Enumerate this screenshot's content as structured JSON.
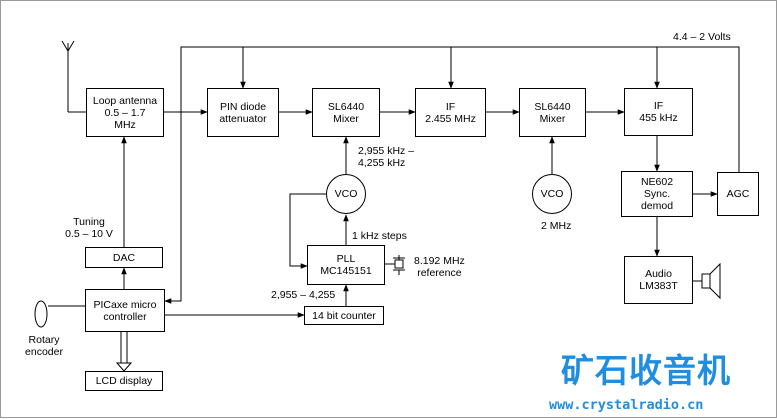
{
  "blocks": {
    "loop_antenna": [
      "Loop antenna",
      "0.5 – 1.7",
      "MHz"
    ],
    "pin_attenuator": [
      "PIN diode",
      "attenuator"
    ],
    "mixer1": [
      "SL6440",
      "Mixer"
    ],
    "if1": [
      "IF",
      "2.455 MHz"
    ],
    "mixer2": [
      "SL6440",
      "Mixer"
    ],
    "if2": [
      "IF",
      "455 kHz"
    ],
    "demod": [
      "NE602",
      "Sync.",
      "demod"
    ],
    "agc": [
      "AGC"
    ],
    "audio": [
      "Audio",
      "LM383T"
    ],
    "pll": [
      "PLL",
      "MC145151"
    ],
    "counter": [
      "14 bit counter"
    ],
    "dac": [
      "DAC"
    ],
    "pic": [
      "PICaxe micro",
      "controller"
    ],
    "lcd": [
      "LCD display"
    ]
  },
  "vco_label": "VCO",
  "labels": {
    "voltage": "4.4 – 2 Volts",
    "vco1_range": [
      "2,955 kHz –",
      "4,255 kHz"
    ],
    "pll_steps": "1 kHz steps",
    "reference": [
      "8.192 MHz",
      "reference"
    ],
    "counter_range": "2,955 – 4,255",
    "tuning": [
      "Tuning",
      "0.5 – 10 V"
    ],
    "rotary": [
      "Rotary",
      "encoder"
    ],
    "vco2_freq": "2 MHz"
  },
  "watermark": {
    "chinese": "矿石收音机",
    "url": "www.crystalradio.cn"
  }
}
